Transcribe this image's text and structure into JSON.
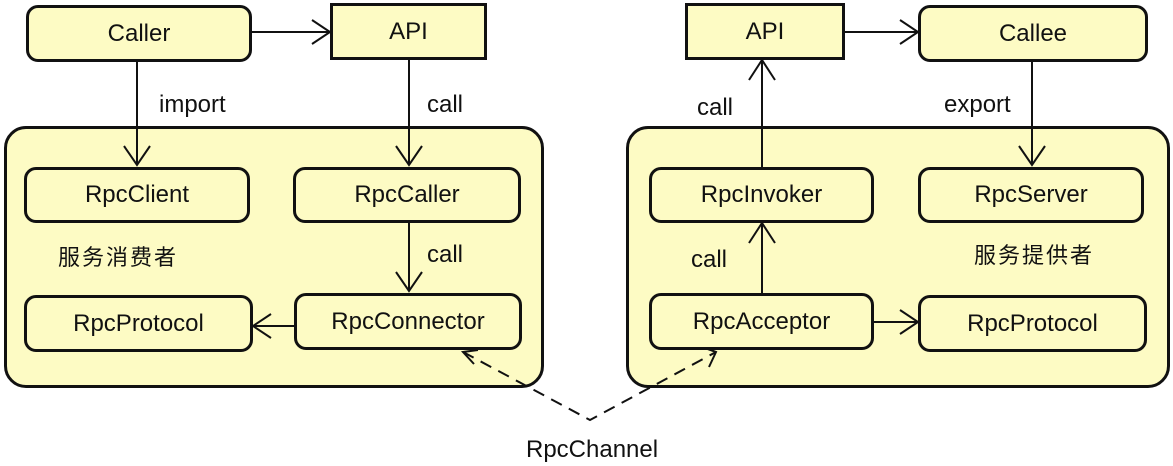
{
  "consumer": {
    "caller": "Caller",
    "api": "API",
    "group_label": "服务消费者",
    "rpc_client": "RpcClient",
    "rpc_caller": "RpcCaller",
    "rpc_protocol": "RpcProtocol",
    "rpc_connector": "RpcConnector",
    "edge_import": "import",
    "edge_call_api": "call",
    "edge_call_inner": "call"
  },
  "provider": {
    "api": "API",
    "callee": "Callee",
    "group_label": "服务提供者",
    "rpc_invoker": "RpcInvoker",
    "rpc_server": "RpcServer",
    "rpc_acceptor": "RpcAcceptor",
    "rpc_protocol": "RpcProtocol",
    "edge_call_api": "call",
    "edge_export": "export",
    "edge_call_inner": "call"
  },
  "channel_label": "RpcChannel"
}
